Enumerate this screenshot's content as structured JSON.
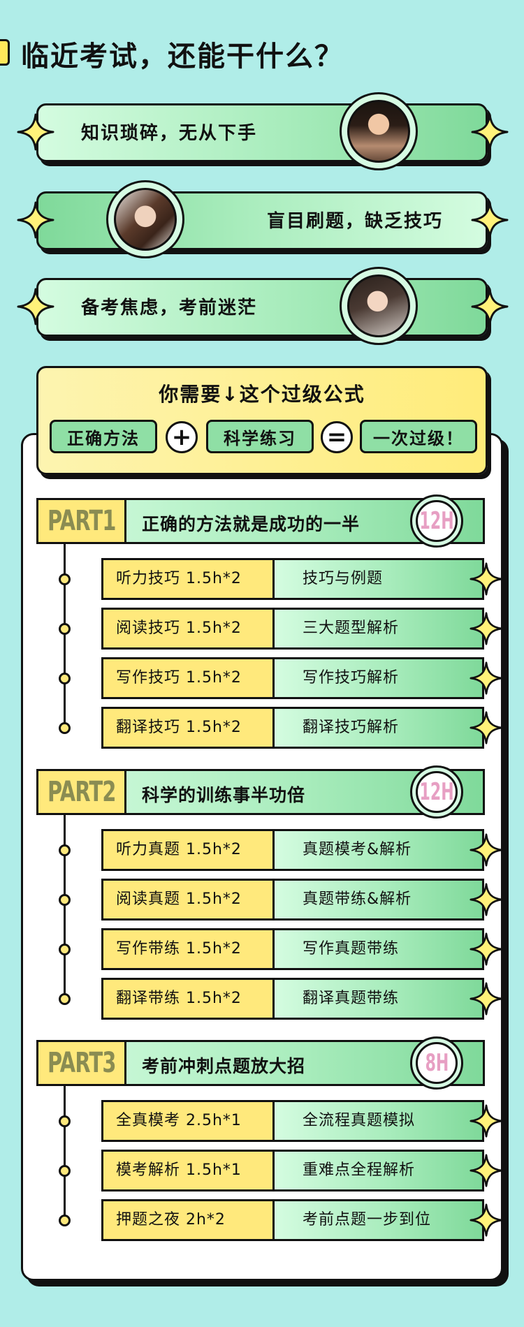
{
  "page_title": "临近考试，还能干什么？",
  "pain_points": [
    {
      "text": "知识琐碎，无从下手"
    },
    {
      "text": "盲目刷题，缺乏技巧"
    },
    {
      "text": "备考焦虑，考前迷茫"
    }
  ],
  "formula": {
    "title": "你需要↓这个过级公式",
    "term1": "正确方法",
    "plus": "+",
    "term2": "科学练习",
    "equals": "=",
    "result": "一次过级！"
  },
  "parts": [
    {
      "label": "PART1",
      "title": "正确的方法就是成功的一半",
      "hours": "12H",
      "rows": [
        {
          "left": "听力技巧 1.5h*2",
          "right": "技巧与例题"
        },
        {
          "left": "阅读技巧 1.5h*2",
          "right": "三大题型解析"
        },
        {
          "left": "写作技巧 1.5h*2",
          "right": "写作技巧解析"
        },
        {
          "left": "翻译技巧 1.5h*2",
          "right": "翻译技巧解析"
        }
      ]
    },
    {
      "label": "PART2",
      "title": "科学的训练事半功倍",
      "hours": "12H",
      "rows": [
        {
          "left": "听力真题 1.5h*2",
          "right": "真题模考&解析"
        },
        {
          "left": "阅读真题 1.5h*2",
          "right": "真题带练&解析"
        },
        {
          "left": "写作带练 1.5h*2",
          "right": "写作真题带练"
        },
        {
          "left": "翻译带练 1.5h*2",
          "right": "翻译真题带练"
        }
      ]
    },
    {
      "label": "PART3",
      "title": "考前冲刺点题放大招",
      "hours": "8H",
      "rows": [
        {
          "left": "全真模考 2.5h*1",
          "right": "全流程真题模拟"
        },
        {
          "left": "模考解析 1.5h*1",
          "right": "重难点全程解析"
        },
        {
          "left": "押题之夜 2h*2",
          "right": "考前点题一步到位"
        }
      ]
    }
  ],
  "colors": {
    "background": "#b0ede8",
    "green": "#8fdfa5",
    "yellow": "#ffe97c",
    "hours_pink": "#e79fc3",
    "part_label": "#8a8c52"
  }
}
